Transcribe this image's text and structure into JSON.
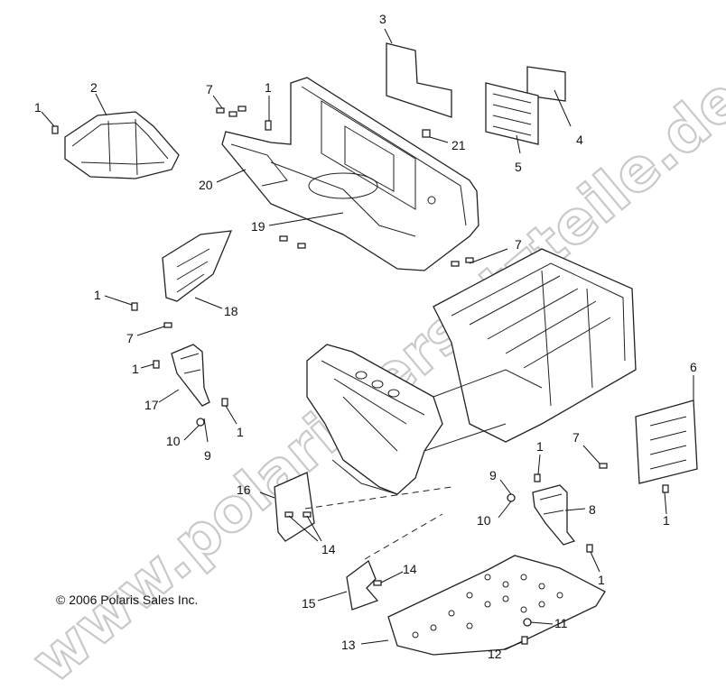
{
  "diagram": {
    "copyright": "© 2006 Polaris Sales Inc.",
    "watermark": "www.polaris-ersatzteile.de",
    "colors": {
      "line": "#222222",
      "watermark_outline": "#c9c9c9",
      "background": "#ffffff"
    },
    "callouts": [
      {
        "id": "c1a",
        "label": "1"
      },
      {
        "id": "c2",
        "label": "2"
      },
      {
        "id": "c7a",
        "label": "7"
      },
      {
        "id": "c1b",
        "label": "1"
      },
      {
        "id": "c3",
        "label": "3"
      },
      {
        "id": "c21",
        "label": "21"
      },
      {
        "id": "c5",
        "label": "5"
      },
      {
        "id": "c4",
        "label": "4"
      },
      {
        "id": "c20",
        "label": "20"
      },
      {
        "id": "c19",
        "label": "19"
      },
      {
        "id": "c7b",
        "label": "7"
      },
      {
        "id": "c1c",
        "label": "1"
      },
      {
        "id": "c18",
        "label": "18"
      },
      {
        "id": "c7c",
        "label": "7"
      },
      {
        "id": "c1d",
        "label": "1"
      },
      {
        "id": "c17",
        "label": "17"
      },
      {
        "id": "c1e",
        "label": "1"
      },
      {
        "id": "c10a",
        "label": "10"
      },
      {
        "id": "c9a",
        "label": "9"
      },
      {
        "id": "c6",
        "label": "6"
      },
      {
        "id": "c7d",
        "label": "7"
      },
      {
        "id": "c1f",
        "label": "1"
      },
      {
        "id": "c9b",
        "label": "9"
      },
      {
        "id": "c8",
        "label": "8"
      },
      {
        "id": "c10b",
        "label": "10"
      },
      {
        "id": "c1g",
        "label": "1"
      },
      {
        "id": "c16",
        "label": "16"
      },
      {
        "id": "c14a",
        "label": "14"
      },
      {
        "id": "c1h",
        "label": "1"
      },
      {
        "id": "c14b",
        "label": "14"
      },
      {
        "id": "c15",
        "label": "15"
      },
      {
        "id": "c11",
        "label": "11"
      },
      {
        "id": "c13",
        "label": "13"
      },
      {
        "id": "c12",
        "label": "12"
      }
    ]
  }
}
